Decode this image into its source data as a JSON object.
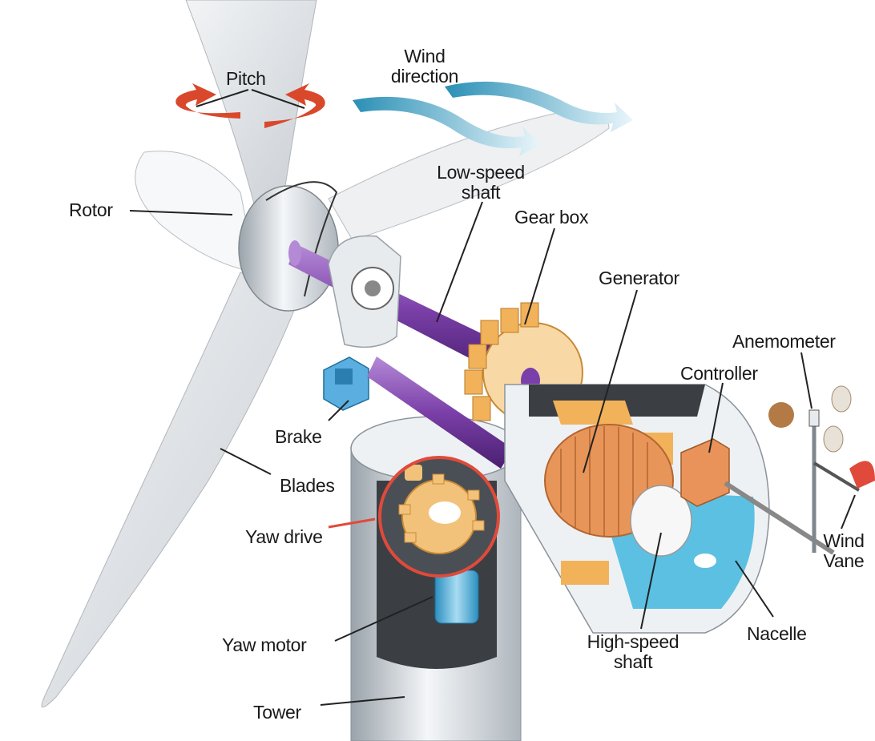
{
  "labels": {
    "pitch": "Pitch",
    "wind_direction_line1": "Wind",
    "wind_direction_line2": "direction",
    "rotor": "Rotor",
    "low_speed_shaft_line1": "Low-speed",
    "low_speed_shaft_line2": "shaft",
    "gear_box": "Gear box",
    "generator": "Generator",
    "anemometer": "Anemometer",
    "controller": "Controller",
    "brake": "Brake",
    "blades": "Blades",
    "yaw_drive": "Yaw drive",
    "yaw_motor": "Yaw motor",
    "tower": "Tower",
    "high_speed_shaft_line1": "High-speed",
    "high_speed_shaft_line2": "shaft",
    "nacelle": "Nacelle",
    "wind_vane_line1": "Wind",
    "wind_vane_line2": "Vane"
  },
  "colors": {
    "shaft": "#7a3fa8",
    "gear": "#f2b25a",
    "generator": "#e8955a",
    "brake": "#5aaee0",
    "pitch_arrow": "#d9482b",
    "wind_arrow": "#3aa6c9",
    "yaw_highlight": "#e04a3a",
    "nacelle_floor": "#5cc0e2",
    "metal": "#d8dde2"
  }
}
